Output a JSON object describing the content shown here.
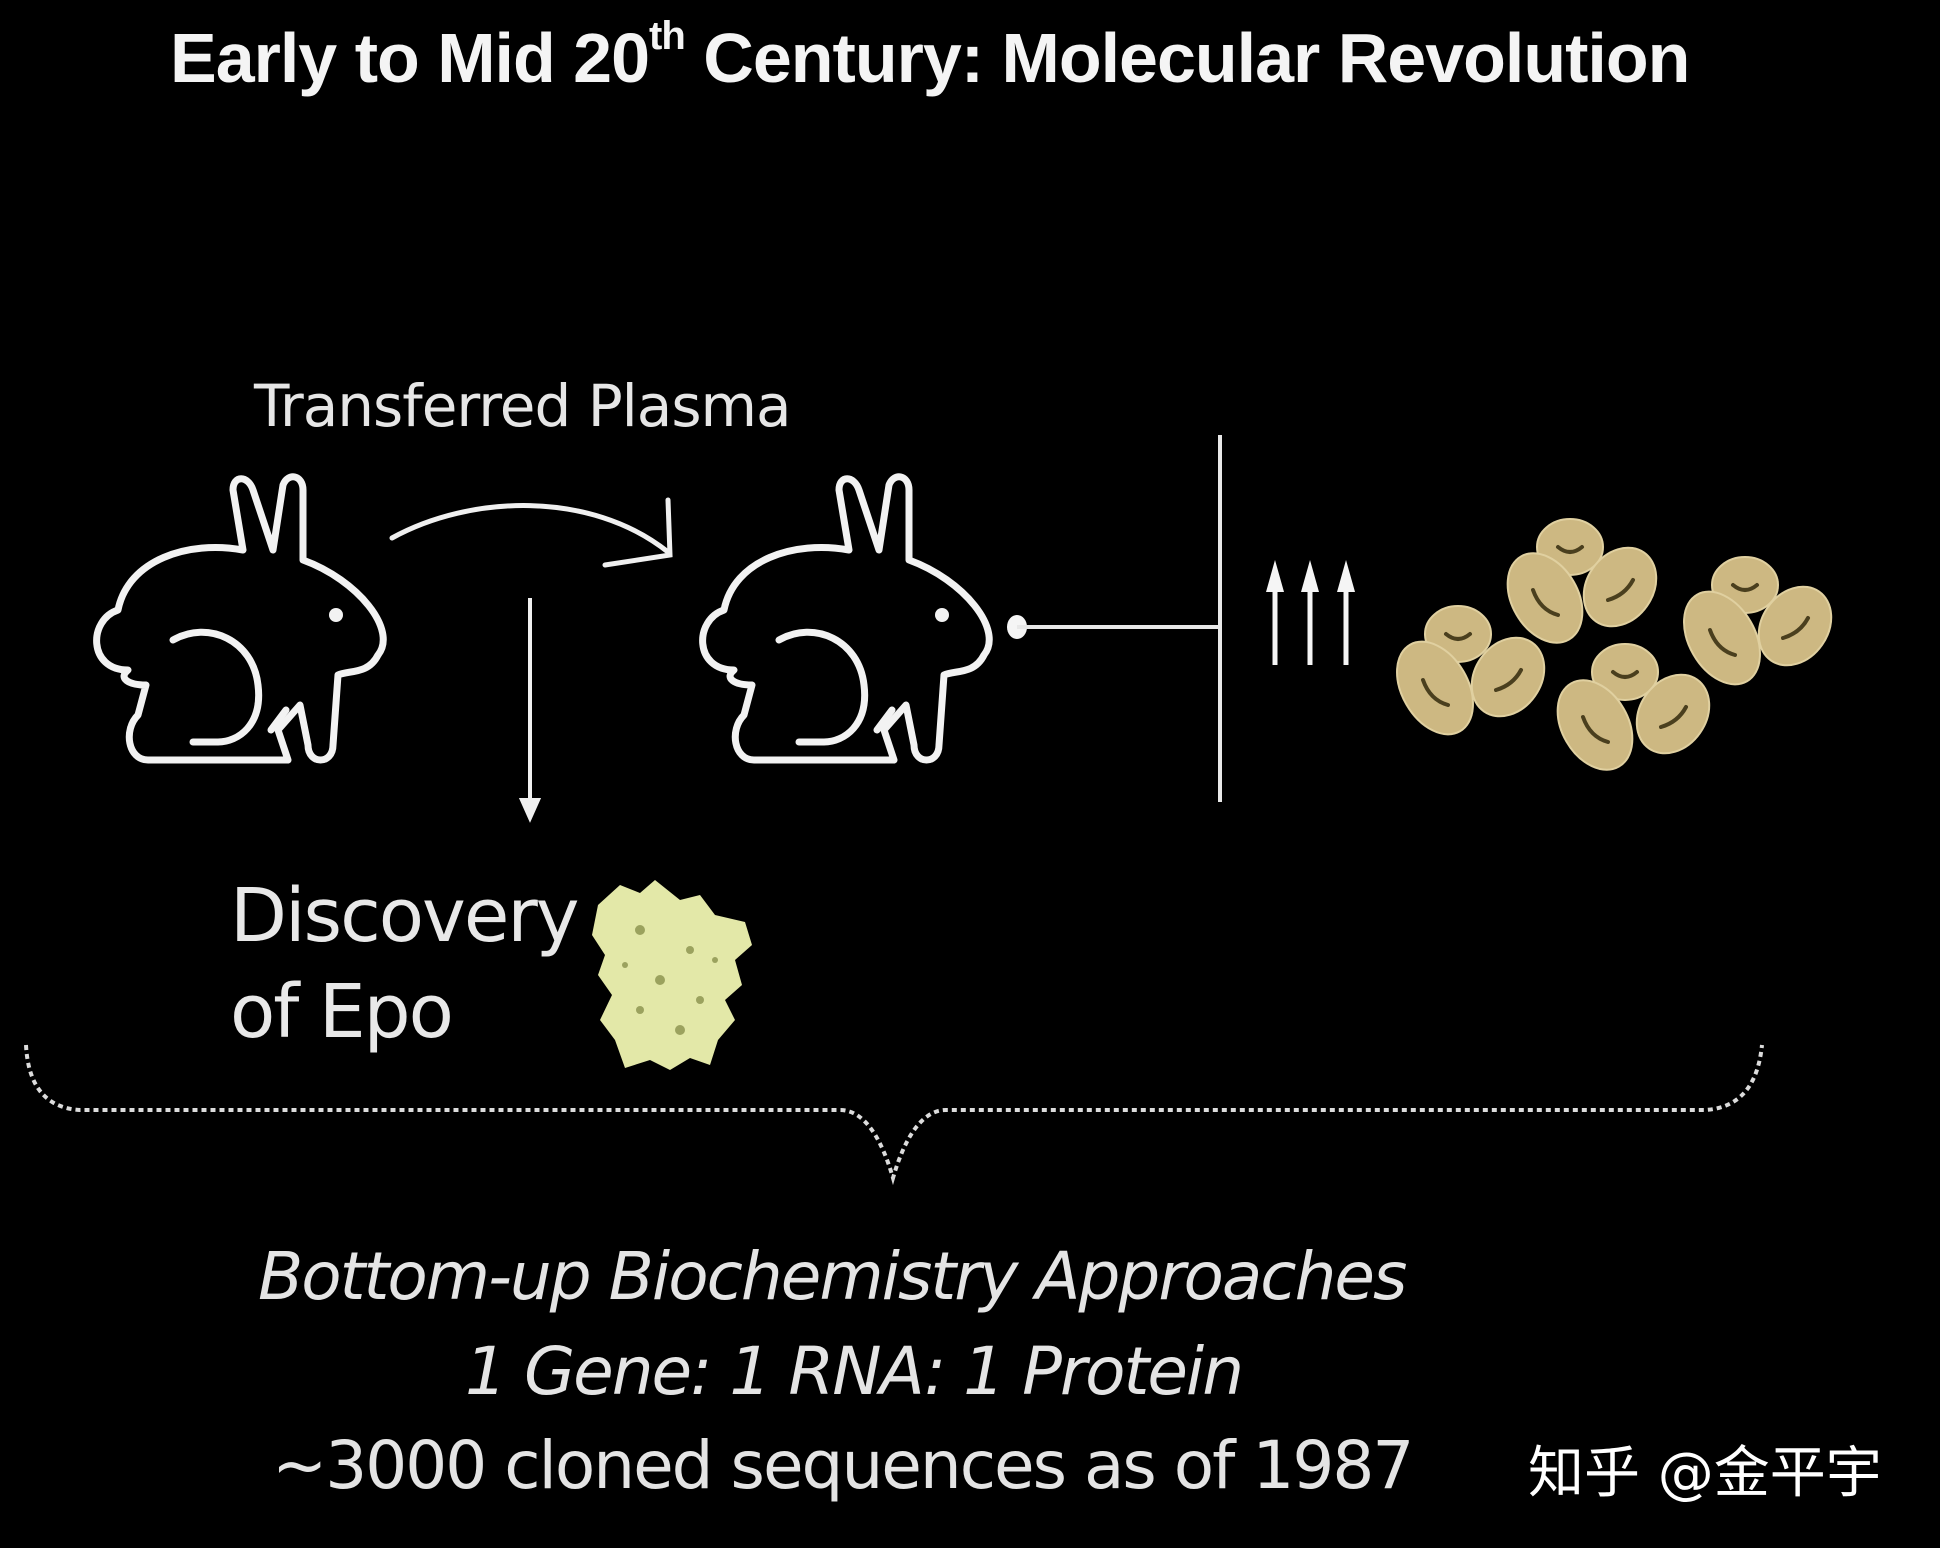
{
  "slide": {
    "title_prefix": "Early to Mid 20",
    "title_sup": "th",
    "title_suffix": " Century: Molecular Revolution",
    "diagram": {
      "transfer_label": "Transferred Plasma",
      "discovery_line1": "Discovery",
      "discovery_line2": "of Epo",
      "icons": [
        "rabbit-donor-icon",
        "curved-arrow-icon",
        "down-arrow-icon",
        "rabbit-recipient-icon",
        "inhibition-line-icon",
        "triple-up-arrow-icon",
        "red-blood-cells-icon",
        "epo-protein-icon"
      ],
      "cell_color": "#cdb882",
      "protein_color": "#e3e8a8"
    },
    "bottom": {
      "line1": "Bottom-up Biochemistry Approaches",
      "line2": "1 Gene: 1 RNA: 1 Protein",
      "line3": "~3000 cloned sequences as of 1987"
    },
    "watermark": "知乎 @金平宇"
  }
}
